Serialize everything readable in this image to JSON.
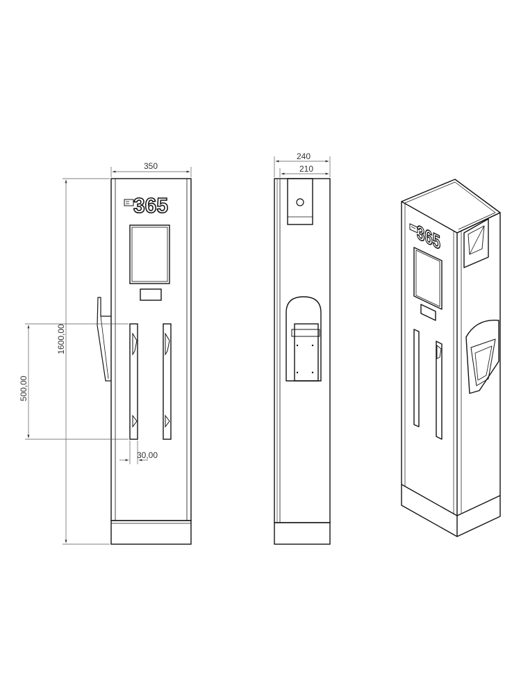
{
  "front_view": {
    "logo_number": "365",
    "dim_width": "350",
    "dim_height": "1600,00",
    "dim_holder": "500,00",
    "dim_gap": "30,00"
  },
  "side_view": {
    "dim_depth_total": "240",
    "dim_depth_body": "210"
  },
  "iso_view": {
    "logo_number": "365"
  }
}
